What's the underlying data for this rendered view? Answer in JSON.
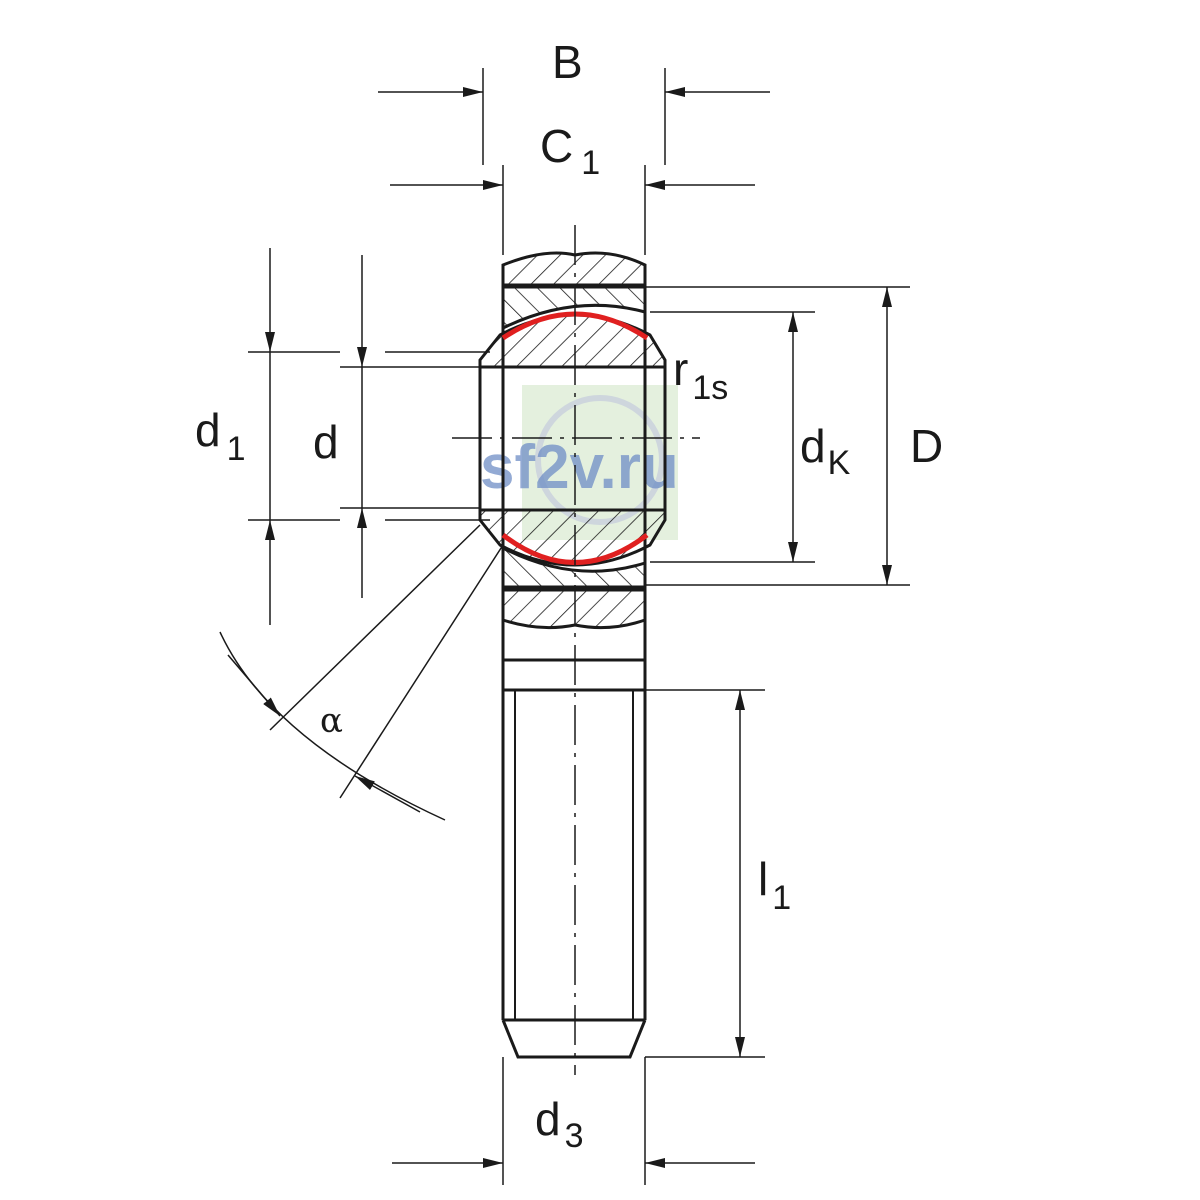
{
  "labels": {
    "B": "B",
    "C1_main": "C",
    "C1_sub": "1",
    "d1_main": "d",
    "d1_sub": "1",
    "d": "d",
    "r1s_main": "r",
    "r1s_sub": "1s",
    "dK_main": "d",
    "dK_sub": "K",
    "D": "D",
    "alpha": "α",
    "l1_main": "l",
    "l1_sub": "1",
    "d3_main": "d",
    "d3_sub": "3"
  },
  "watermark": {
    "text": "sf2v.ru"
  },
  "colors": {
    "line": "#1a1a1a",
    "contact_arc": "#e02020",
    "watermark": "#6f8ec6",
    "watermark_bg": "#d8ead0"
  }
}
